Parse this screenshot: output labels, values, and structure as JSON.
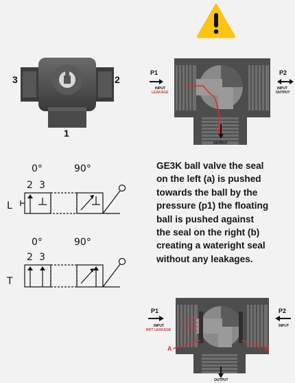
{
  "warning_icon": "warning-triangle-icon",
  "colors": {
    "warning": "#fcc514",
    "leak": "#e32b2b",
    "valve_body": "#4d4d4d",
    "background": "#f2f2f2"
  },
  "top_valve": {
    "port_left": "3",
    "port_right": "2",
    "port_bottom": "1"
  },
  "leakage_diagram": {
    "p1": "P1",
    "p1_sub": "INPUT",
    "p1_status": "LEAKAGE",
    "p2": "P2",
    "p2_sub_1": "INPUT",
    "p2_sub_2": "OUTPUT",
    "output": "OUTPUT"
  },
  "symbol_l": {
    "angle_0": "0°",
    "angle_90": "90°",
    "port_a": "2",
    "port_b": "3",
    "type": "L"
  },
  "symbol_t": {
    "angle_0": "0°",
    "angle_90": "90°",
    "port_a": "2",
    "port_b": "3",
    "type": "T"
  },
  "description": {
    "lines": [
      "GE3K ball valve the seal",
      "on the left (a) is pushed",
      "towards the ball by the",
      "pressure (p1) the floating",
      "ball is pushed against",
      "the seal on the right (b)",
      "creating a wateright seal",
      "without any leakages."
    ]
  },
  "sealed_diagram": {
    "p1": "P1",
    "p1_sub": "INPUT",
    "p1_status": "NOT LEAKAGE",
    "p2": "P2",
    "p2_sub": "INPUT",
    "seal_a": "A",
    "seal_b": "B",
    "output": "OUTPUT"
  }
}
